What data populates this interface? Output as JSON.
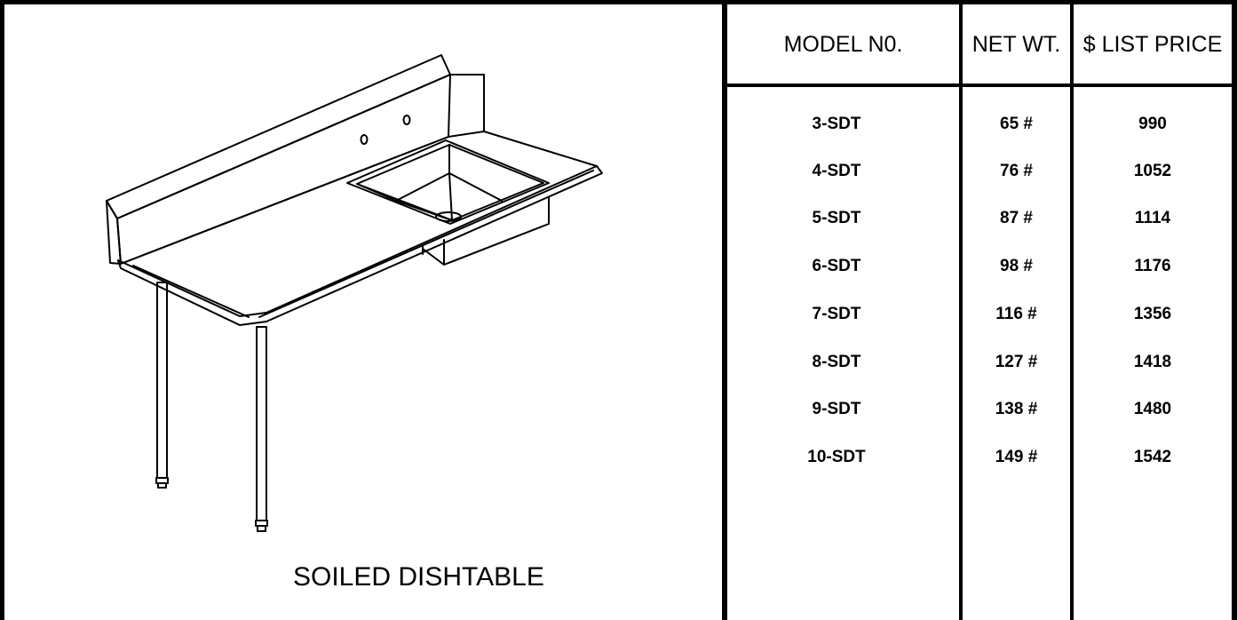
{
  "caption": "SOILED DISHTABLE",
  "table": {
    "headers": {
      "model": "MODEL N0.",
      "weight": "NET WT.",
      "price": "$ LIST PRICE"
    },
    "rows": [
      {
        "model": "3-SDT",
        "weight": "65 #",
        "price": "990"
      },
      {
        "model": "4-SDT",
        "weight": "76 #",
        "price": "1052"
      },
      {
        "model": "5-SDT",
        "weight": "87 #",
        "price": "1114"
      },
      {
        "model": "6-SDT",
        "weight": "98 #",
        "price": "1176"
      },
      {
        "model": "7-SDT",
        "weight": "116 #",
        "price": "1356"
      },
      {
        "model": "8-SDT",
        "weight": "127 #",
        "price": "1418"
      },
      {
        "model": "9-SDT",
        "weight": "138 #",
        "price": "1480"
      },
      {
        "model": "10-SDT",
        "weight": "149 #",
        "price": "1542"
      }
    ]
  }
}
